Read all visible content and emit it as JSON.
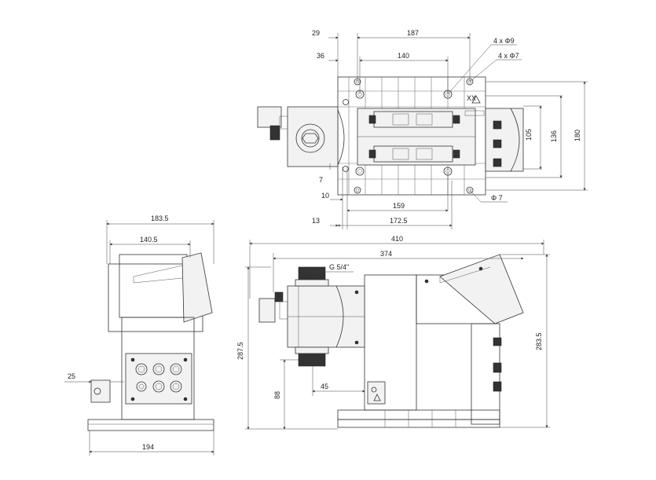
{
  "top_view": {
    "dim_29": "29",
    "dim_187": "187",
    "dim_36": "36",
    "dim_140": "140",
    "holes_9": "4 x Φ9",
    "holes_7": "4 x Φ7",
    "dim_7": "7",
    "dim_10": "10",
    "dim_13": "13",
    "dim_159": "159",
    "dim_172_5": "172.5",
    "phi_7": "Φ 7",
    "dim_105": "105",
    "dim_136": "136",
    "dim_180": "180"
  },
  "side_view": {
    "dim_410": "410",
    "dim_374": "374",
    "thread": "G 5/4\"",
    "dim_287_5": "287.5",
    "dim_283_5": "283.5",
    "dim_88": "88",
    "dim_45": "45"
  },
  "front_view": {
    "dim_183_5": "183.5",
    "dim_140_5": "140.5",
    "dim_25": "25",
    "dim_194": "194"
  }
}
